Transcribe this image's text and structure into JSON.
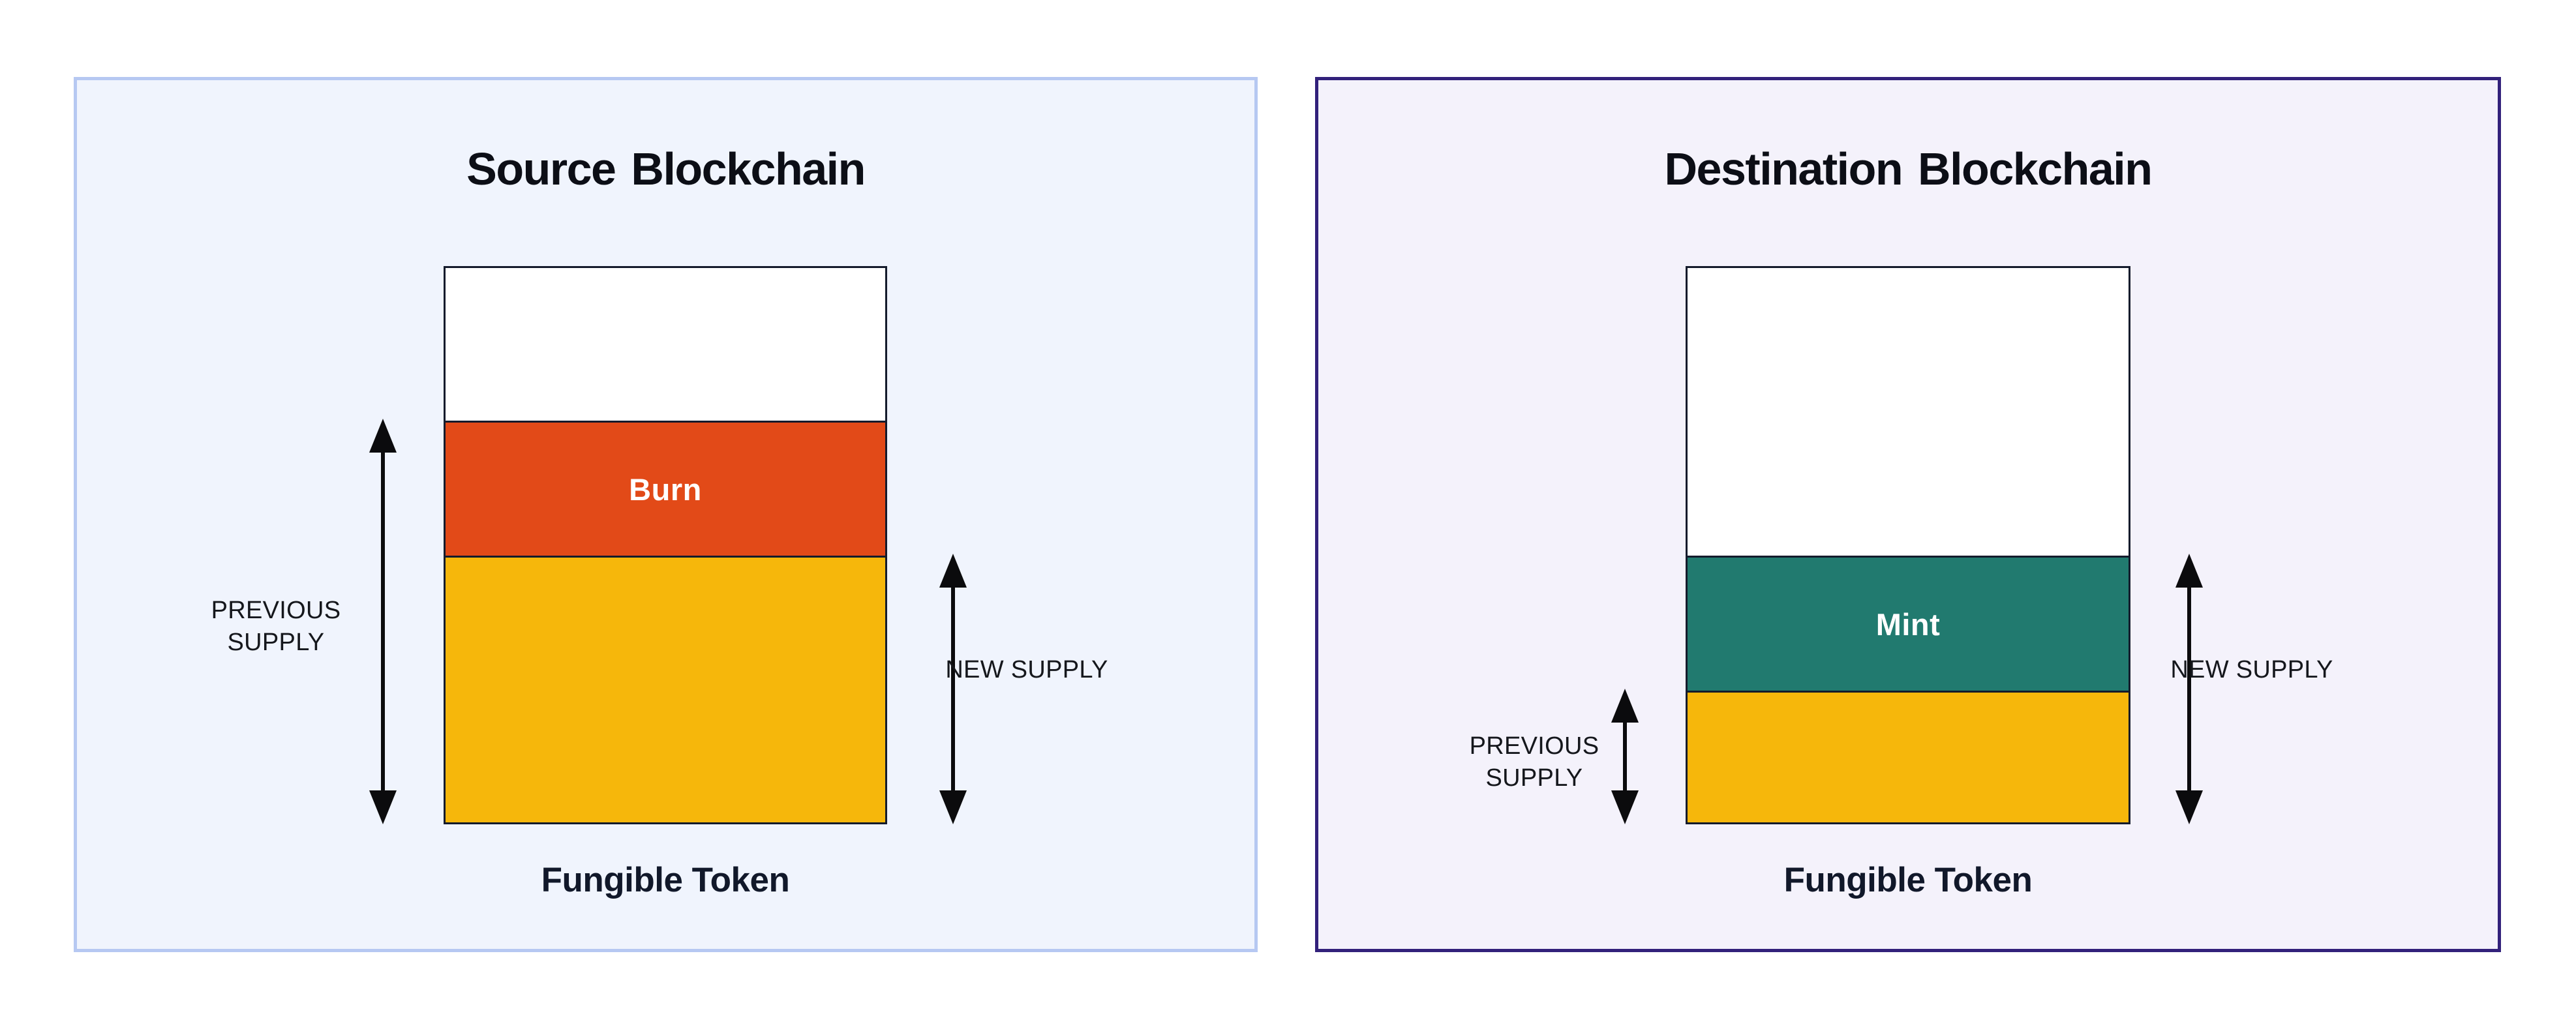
{
  "page": {
    "background": "#FFFFFF"
  },
  "panels": [
    {
      "id": "source",
      "title": "Source Blockchain",
      "caption": "Fungible Token",
      "background": "#F0F4FD",
      "border_color": "#B6C8F2",
      "bar": {
        "outline_color": "#141B2C",
        "segments": [
          {
            "name": "unallocated",
            "label": "",
            "color": "#FFFFFF"
          },
          {
            "name": "burn",
            "label": "Burn",
            "color": "#E24A18"
          },
          {
            "name": "remaining-supply",
            "label": "",
            "color": "#F6B70B"
          }
        ]
      },
      "measures": {
        "previous_supply_label": "PREVIOUS SUPPLY",
        "new_supply_label": "NEW SUPPLY"
      }
    },
    {
      "id": "destination",
      "title": "Destination Blockchain",
      "caption": "Fungible Token",
      "background": "#F4F2FB",
      "border_color": "#32217B",
      "bar": {
        "outline_color": "#141B2C",
        "segments": [
          {
            "name": "unallocated",
            "label": "",
            "color": "#FFFFFF"
          },
          {
            "name": "mint",
            "label": "Mint",
            "color": "#217A6F"
          },
          {
            "name": "previous-supply",
            "label": "",
            "color": "#F6B70B"
          }
        ]
      },
      "measures": {
        "previous_supply_label": "PREVIOUS SUPPLY",
        "new_supply_label": "NEW SUPPLY"
      }
    }
  ]
}
